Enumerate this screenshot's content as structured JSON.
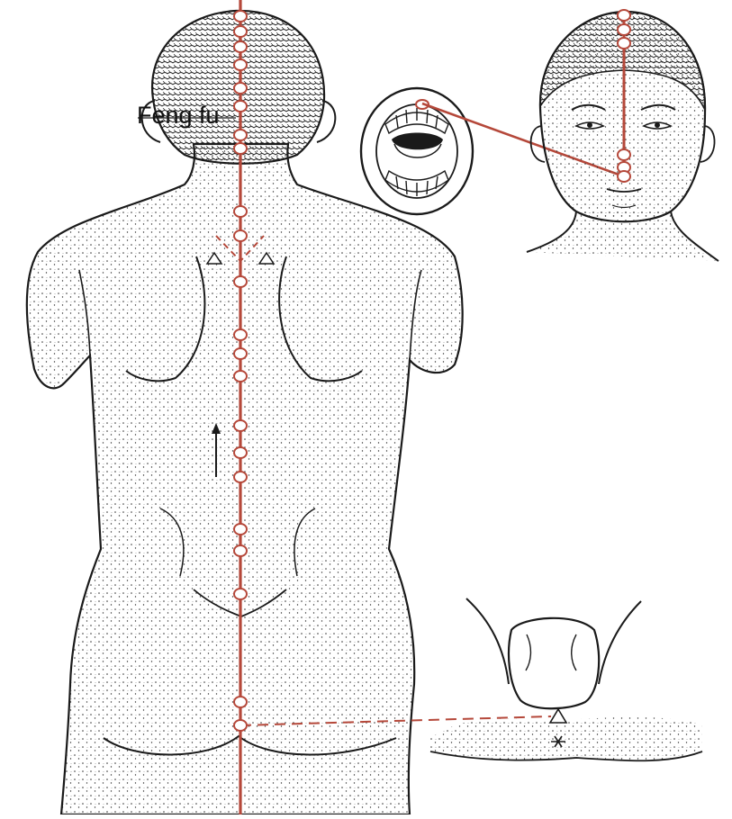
{
  "labels": {
    "feng_fu": "Feng fu"
  },
  "colors": {
    "meridian": "#b5483a",
    "outline": "#1a1a1a",
    "stipple": "#2a2a2a",
    "point_fill": "#ffffff",
    "background": "#ffffff"
  },
  "figures": [
    "back-view-body",
    "face-front-view",
    "open-mouth-inset",
    "perineum-inset"
  ],
  "icons": {
    "acupoint": "circle",
    "reference_point": "triangle",
    "direction": "arrow-up"
  }
}
